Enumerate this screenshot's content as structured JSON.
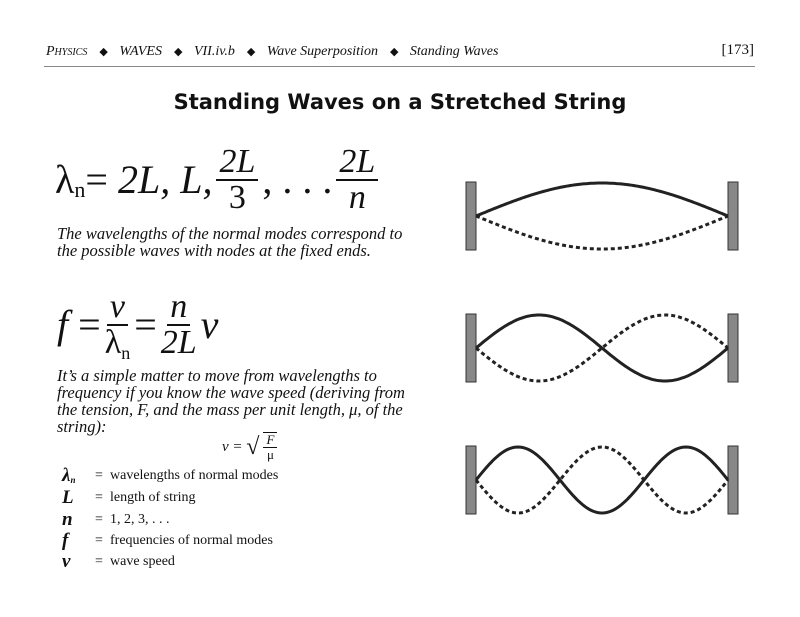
{
  "header": {
    "crumbs": [
      "Physics",
      "WAVES",
      "VII.iv.b",
      "Wave Superposition",
      "Standing Waves"
    ],
    "page": "[173]"
  },
  "title": "Standing Waves on a Stretched String",
  "eq1": {
    "lhs": "λ",
    "sub": "n",
    "eq": "=",
    "t1": "2L, L,",
    "n1": "2L",
    "d1": "3",
    "dots": ", . . .",
    "n2": "2L",
    "d2": "n"
  },
  "para1": "The wavelengths of the normal modes correspond to the possible waves with nodes at the fixed ends.",
  "eq2": {
    "f": "f",
    "eq": "=",
    "n1": "v",
    "d1": "λ",
    "d1sub": "n",
    "eq2": "=",
    "n2": "n",
    "d2": "2L",
    "v": "v"
  },
  "para2": "It’s a simple matter to move from wavelengths to frequency if you know the wave speed (deriving from the tension, F, and the mass per unit length, μ, of the string):",
  "speed": {
    "lhs": "v =",
    "num": "F",
    "den": "μ"
  },
  "legend": [
    {
      "sym": "λ",
      "sub": "n",
      "eq": "=",
      "text": "wavelengths of normal modes"
    },
    {
      "sym": "L",
      "eq": "=",
      "text": "length of string"
    },
    {
      "sym": "n",
      "eq": "=",
      "text": "1, 2, 3,  . . ."
    },
    {
      "sym": "f",
      "eq": "=",
      "text": "frequencies of normal modes"
    },
    {
      "sym": "v",
      "eq": "=",
      "text": "wave speed"
    }
  ],
  "modes": [
    1,
    2,
    3
  ]
}
